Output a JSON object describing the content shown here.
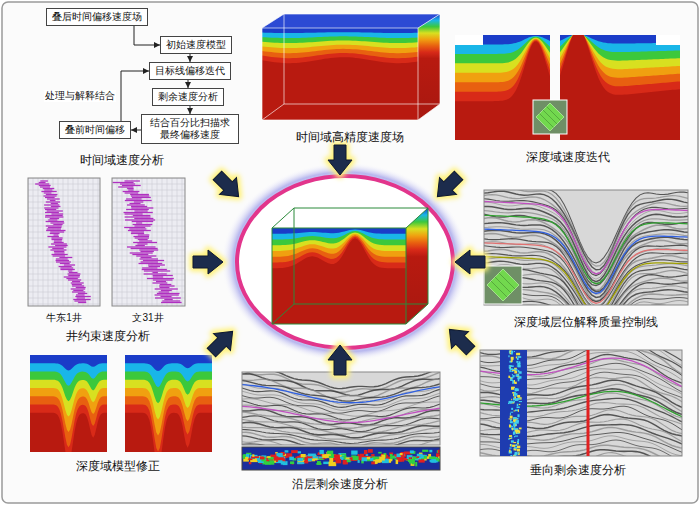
{
  "diagram": {
    "nodes": [
      {
        "text": [
          "叠后时间偏移速度场"
        ]
      },
      {
        "text": [
          "初始速度模型"
        ]
      },
      {
        "text": [
          "目标线偏移迭代"
        ]
      },
      {
        "text": [
          "剩余速度分析"
        ]
      },
      {
        "text": [
          "结合百分比扫描求 最终偏移速度"
        ]
      },
      {
        "text": [
          "叠前时间偏移"
        ]
      }
    ],
    "edges": [
      {
        "from": 0,
        "to": 1,
        "arrow": "to"
      },
      {
        "from": 1,
        "to": 2,
        "arrow": "to"
      },
      {
        "from": 2,
        "to": 3,
        "arrow": "to"
      },
      {
        "from": 3,
        "to": 4,
        "arrow": "to"
      },
      {
        "from": 4,
        "to": 5,
        "arrow": "to"
      },
      {
        "from": 5,
        "to": 2,
        "arrow": "to",
        "label": "处理与解释结合"
      }
    ],
    "labels": [
      "时间域高精度速度场",
      "深度域速度迭代",
      "时间域速度分析",
      "牛东1井",
      "文31井",
      "深度域层位解释质量控制线",
      "井约束速度分析",
      "深度域模型修正",
      "垂向剩余速度分析",
      "沿层剩余速度分析"
    ]
  }
}
